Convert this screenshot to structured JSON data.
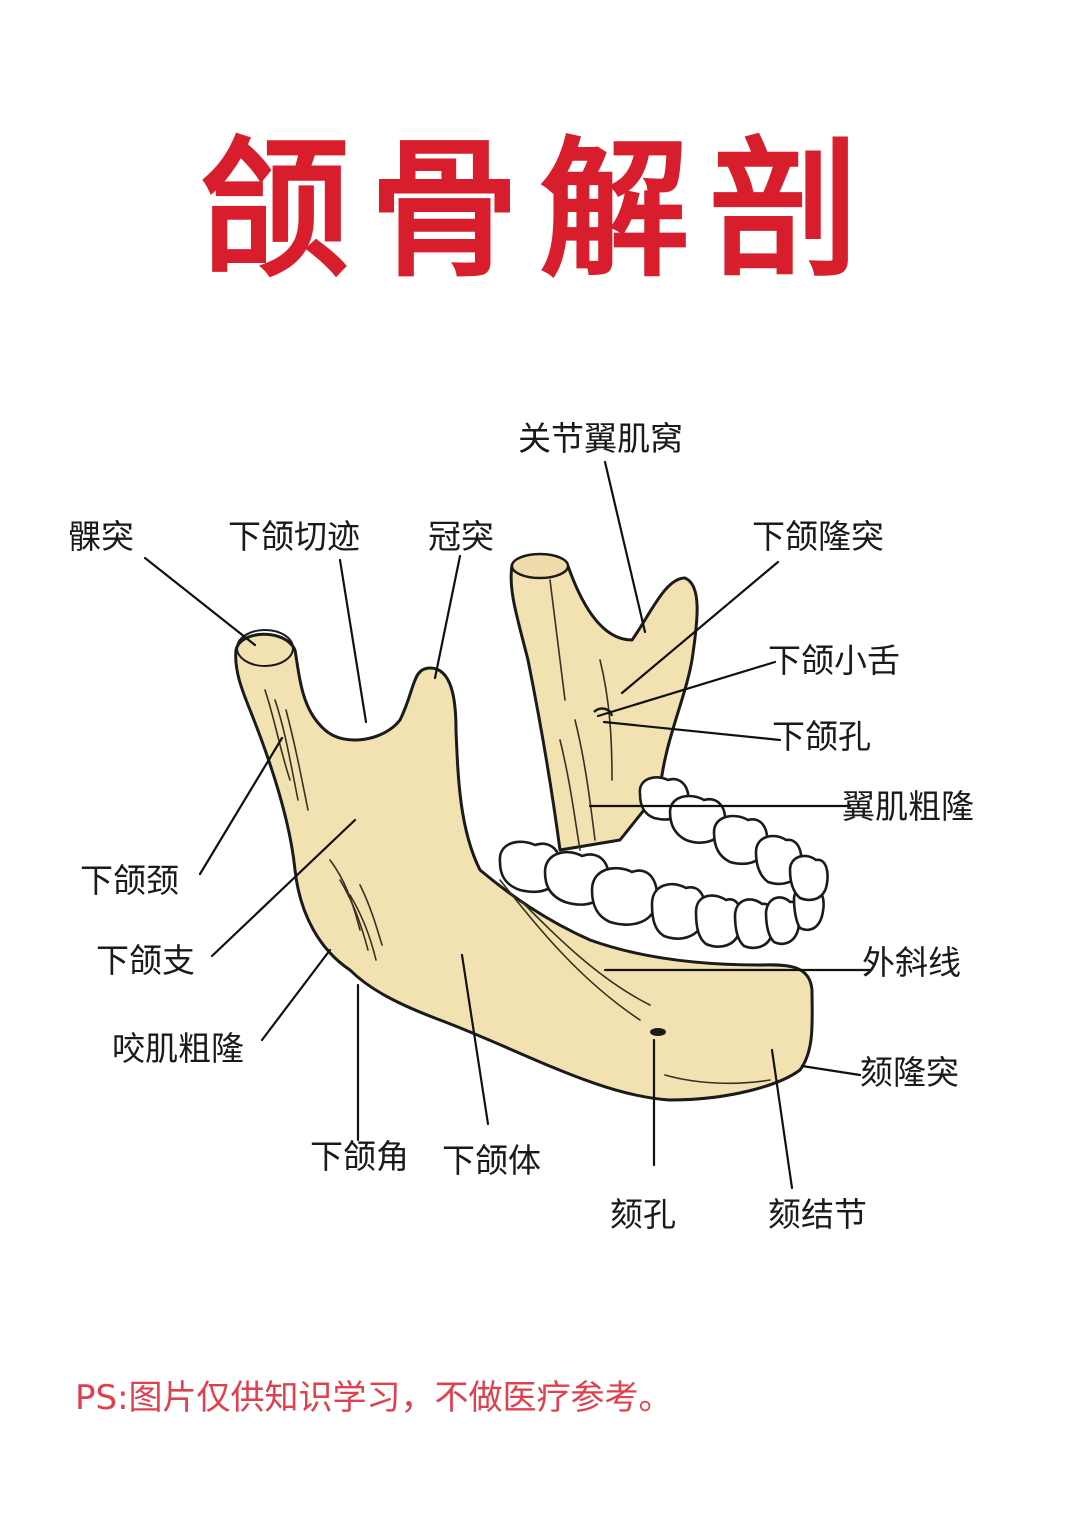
{
  "title": "颌骨解剖",
  "note": "PS:图片仅供知识学习，不做医疗参考。",
  "colors": {
    "title": "#d81e2c",
    "note": "#e0404e",
    "bone": "#f2e2b2",
    "line": "#111111"
  },
  "labels": {
    "condyle": "髁突",
    "notch": "下颌切迹",
    "coronoid": "冠突",
    "pterygoid_fovea": "关节翼肌窝",
    "torus": "下颌隆突",
    "lingula": "下颌小舌",
    "foramen": "下颌孔",
    "pterygoid_tuberosity": "翼肌粗隆",
    "neck": "下颌颈",
    "ramus": "下颌支",
    "masseteric_tuberosity": "咬肌粗隆",
    "oblique_line": "外斜线",
    "mental_protuberance": "颏隆突",
    "angle": "下颌角",
    "body": "下颌体",
    "mental_foramen": "颏孔",
    "mental_tubercle": "颏结节"
  }
}
